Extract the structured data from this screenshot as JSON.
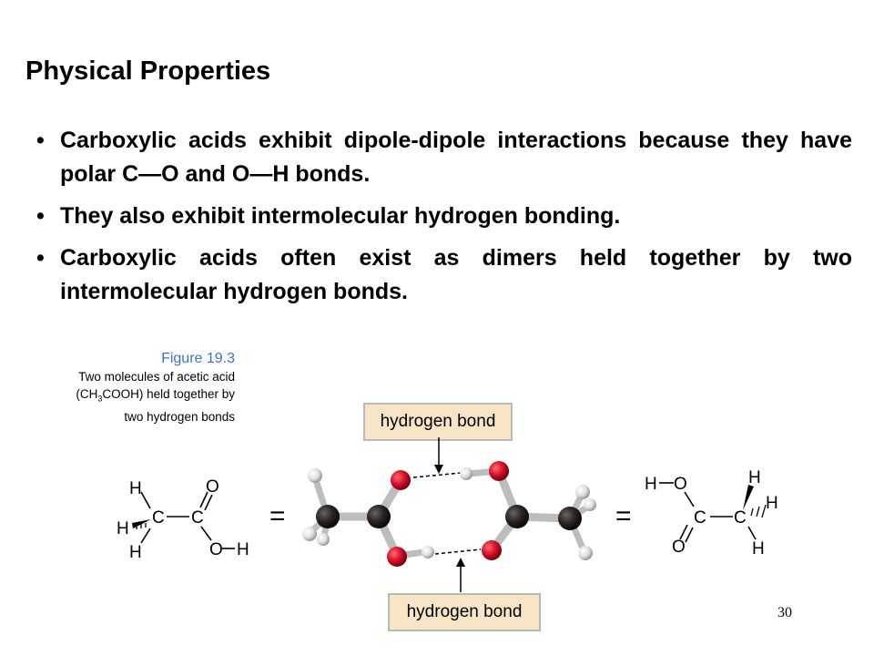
{
  "title": "Physical Properties",
  "bullets": [
    "Carboxylic acids exhibit dipole-dipole interactions because they have polar C—O and O—H bonds.",
    "They also exhibit intermolecular hydrogen bonding.",
    "Carboxylic acids often exist as dimers held together by two intermolecular hydrogen bonds."
  ],
  "bullet_char": "•",
  "figure": {
    "label": "Figure 19.3",
    "caption_line1": "Two molecules of acetic acid",
    "caption_line2_pre": "(CH",
    "caption_line2_sub": "3",
    "caption_line2_post": "COOH) held together by",
    "caption_line3": "two hydrogen bonds",
    "hbond_label_top": "hydrogen bond",
    "hbond_label_bottom": "hydrogen bond",
    "equals": "="
  },
  "left_structure": {
    "h_top": "H",
    "h_left": "H",
    "h_bottom": "H",
    "c1": "C",
    "c2": "C",
    "o_double": "O",
    "o_single": "O",
    "h_oh": "H"
  },
  "right_structure": {
    "h_oh": "H",
    "o_single": "O",
    "c1": "C",
    "c2": "C",
    "o_double": "O",
    "h_top": "H",
    "h_right": "H",
    "h_bottom": "H"
  },
  "page_number": "30",
  "colors": {
    "figure_label": "#3a74c4",
    "label_box": "#f7e5c6",
    "oxygen": "#d8102a",
    "carbon": "#2a2624",
    "hydrogen": "#e8e8e8"
  }
}
